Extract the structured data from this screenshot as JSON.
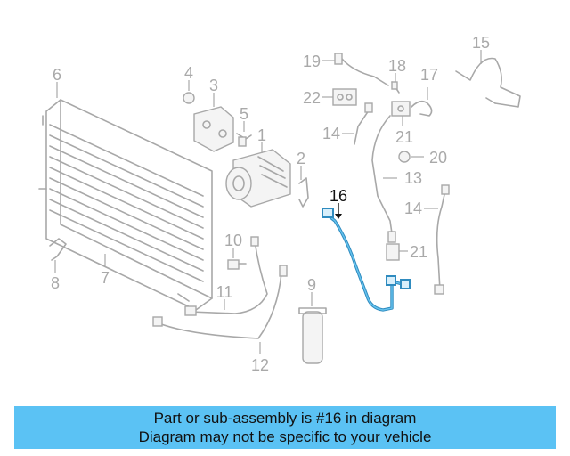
{
  "diagram": {
    "callouts": [
      "1",
      "2",
      "3",
      "4",
      "5",
      "6",
      "7",
      "8",
      "9",
      "10",
      "11",
      "12",
      "13",
      "14",
      "14",
      "15",
      "16",
      "17",
      "18",
      "19",
      "20",
      "21",
      "21",
      "22"
    ],
    "highlighted_part": "16",
    "highlight_color": "#2f8bbf",
    "parts": [
      {
        "ref": "1",
        "icon": "ac-compressor-icon"
      },
      {
        "ref": "2",
        "icon": "bracket-icon"
      },
      {
        "ref": "3",
        "icon": "mounting-bracket-icon"
      },
      {
        "ref": "4",
        "icon": "nut-icon"
      },
      {
        "ref": "5",
        "icon": "bolt-icon"
      },
      {
        "ref": "6",
        "icon": "condenser-icon"
      },
      {
        "ref": "7",
        "icon": "condenser-core-icon"
      },
      {
        "ref": "8",
        "icon": "clip-icon"
      },
      {
        "ref": "9",
        "icon": "receiver-drier-icon"
      },
      {
        "ref": "10",
        "icon": "pressure-switch-icon"
      },
      {
        "ref": "11",
        "icon": "hose-icon"
      },
      {
        "ref": "12",
        "icon": "hose-icon"
      },
      {
        "ref": "13",
        "icon": "hose-icon"
      },
      {
        "ref": "14",
        "icon": "hose-icon"
      },
      {
        "ref": "15",
        "icon": "hose-icon"
      },
      {
        "ref": "16",
        "icon": "discharge-hose-icon"
      },
      {
        "ref": "17",
        "icon": "hose-icon"
      },
      {
        "ref": "18",
        "icon": "valve-core-icon"
      },
      {
        "ref": "19",
        "icon": "hose-icon"
      },
      {
        "ref": "20",
        "icon": "cap-icon"
      },
      {
        "ref": "21",
        "icon": "seal-kit-icon"
      },
      {
        "ref": "22",
        "icon": "seal-kit-icon"
      }
    ]
  },
  "banner": {
    "line1": "Part or sub-assembly is #16 in diagram",
    "line2": "Diagram may not be specific to your vehicle",
    "background": "#5bc2f4"
  }
}
